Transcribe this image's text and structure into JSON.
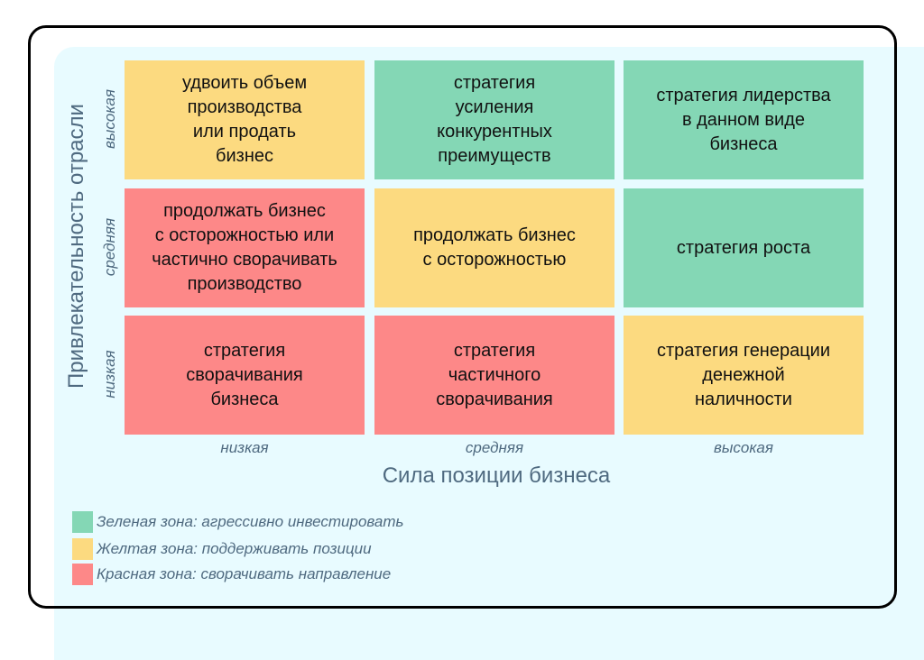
{
  "colors": {
    "green": "#84d7b5",
    "yellow": "#fcda80",
    "red": "#fd8888"
  },
  "y_axis": {
    "title": "Привлекательность отрасли",
    "levels": [
      "высокая",
      "средняя",
      "низкая"
    ]
  },
  "x_axis": {
    "title": "Сила позиции бизнеса",
    "levels": [
      "низкая",
      "средняя",
      "высокая"
    ]
  },
  "cells": [
    [
      {
        "text": "удвоить объем\nпроизводства\nили продать\nбизнес",
        "zone": "yellow"
      },
      {
        "text": "стратегия\nусиления\nконкурентных\nпреимуществ",
        "zone": "green"
      },
      {
        "text": "стратегия лидерства\nв данном виде\nбизнеса",
        "zone": "green"
      }
    ],
    [
      {
        "text": "продолжать бизнес\nс осторожностью или\nчастично сворачивать\nпроизводство",
        "zone": "red"
      },
      {
        "text": "продолжать бизнес\nс осторожностью",
        "zone": "yellow"
      },
      {
        "text": "стратегия роста",
        "zone": "green"
      }
    ],
    [
      {
        "text": "стратегия\nсворачивания\nбизнеса",
        "zone": "red"
      },
      {
        "text": "стратегия\nчастичного\nсворачивания",
        "zone": "red"
      },
      {
        "text": "стратегия генерации\nденежной\nналичности",
        "zone": "yellow"
      }
    ]
  ],
  "legend": [
    {
      "label": "Зеленая зона: агрессивно инвестировать",
      "zone": "green"
    },
    {
      "label": "Желтая зона: поддерживать позиции",
      "zone": "yellow"
    },
    {
      "label": "Красная зона: сворачивать направление",
      "zone": "red"
    }
  ]
}
